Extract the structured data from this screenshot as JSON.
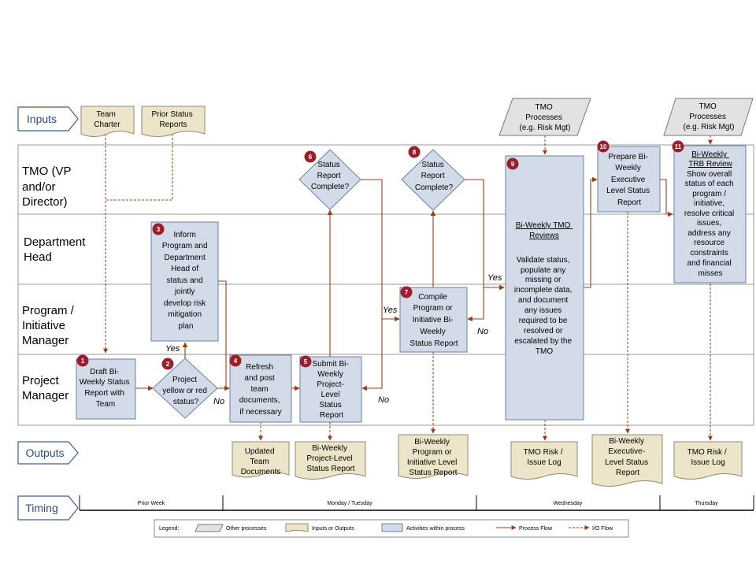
{
  "colors": {
    "flow": "#9b3c17",
    "activity_fill": "#d3dbe9",
    "activity_stroke": "#6d7fa6",
    "io_fill": "#ede5c9",
    "io_stroke": "#8f8a74",
    "other_fill": "#e2e2e2",
    "other_stroke": "#777777",
    "badge": "#9c1d2b",
    "tag_stroke": "#3e5d95"
  },
  "row_tags": {
    "inputs": "Inputs",
    "outputs": "Outputs",
    "timing": "Timing"
  },
  "lanes": [
    {
      "id": "tmo",
      "lines": [
        "TMO (VP",
        "and/or",
        "Director)"
      ]
    },
    {
      "id": "dept",
      "lines": [
        "Department",
        "Head"
      ]
    },
    {
      "id": "pim",
      "lines": [
        "Program /",
        "Initiative",
        "Manager"
      ]
    },
    {
      "id": "pm",
      "lines": [
        "Project",
        "Manager"
      ]
    }
  ],
  "inputs": {
    "team_charter": [
      "Team",
      "Charter"
    ],
    "prior_status": [
      "Prior Status",
      "Reports"
    ],
    "tmo_processes_1": [
      "TMO",
      "Processes",
      "(e.g. Risk Mgt)"
    ],
    "tmo_processes_2": [
      "TMO",
      "Processes",
      "(e.g. Risk Mgt)"
    ]
  },
  "steps": {
    "s1": {
      "num": "1",
      "lines": [
        "Draft Bi-",
        "Weekly Status",
        "Report with",
        "Team"
      ]
    },
    "s2": {
      "num": "2",
      "lines": [
        "Project",
        "yellow or red",
        "status?"
      ]
    },
    "s3": {
      "num": "3",
      "lines": [
        "Inform",
        "Program and",
        "Department",
        "Head of",
        "status and",
        "jointly",
        "develop risk",
        "mitigation",
        "plan"
      ]
    },
    "s4": {
      "num": "4",
      "lines": [
        "Refresh",
        "and post",
        "team",
        "documents,",
        "if necessary"
      ]
    },
    "s5": {
      "num": "5",
      "lines": [
        "Submit Bi-",
        "Weekly",
        "Project-",
        "Level",
        "Status",
        "Report"
      ]
    },
    "s6": {
      "num": "6",
      "lines": [
        "Status",
        "Report",
        "Complete?"
      ]
    },
    "s7": {
      "num": "7",
      "lines": [
        "Compile",
        "Program or",
        "Initiative Bi-",
        "Weekly",
        "Status Report"
      ]
    },
    "s8": {
      "num": "8",
      "lines": [
        "Status",
        "Report",
        "Complete?"
      ]
    },
    "s9": {
      "num": "9",
      "title": [
        "Bi-Weekly TMO",
        "Reviews"
      ],
      "lines": [
        "Validate status,",
        "populate any",
        "missing or",
        "incomplete data,",
        "and document",
        "any issues",
        "required to be",
        "resolved or",
        "escalated by the",
        "TMO"
      ]
    },
    "s10": {
      "num": "10",
      "lines": [
        "Prepare Bi-",
        "Weekly",
        "Executive",
        "Level Status",
        "Report"
      ]
    },
    "s11": {
      "num": "11",
      "title": [
        "Bi-Weekly",
        "TRB Review"
      ],
      "lines": [
        "Show overall",
        "status of each",
        "program /",
        "initiative,",
        "resolve critical",
        "issues,",
        "address any",
        "resource",
        "constraints",
        "and financial",
        "misses"
      ]
    }
  },
  "outputs": {
    "o1": [
      "Updated",
      "Team",
      "Documents"
    ],
    "o2": [
      "Bi-Weekly",
      "Project-Level",
      "Status Report"
    ],
    "o3": [
      "Bi-Weekly",
      "Program or",
      "Initiative Level",
      "Status Report"
    ],
    "o4": [
      "TMO  Risk /",
      "Issue Log"
    ],
    "o5": [
      "Bi-Weekly",
      "Executive-",
      "Level Status",
      "Report"
    ],
    "o6": [
      "TMO  Risk /",
      "Issue Log"
    ]
  },
  "decision_labels": {
    "yes_2": "Yes",
    "no_2": "No",
    "no_6": "No",
    "yes_8": "Yes",
    "no_8": "No",
    "yes_7": "Yes"
  },
  "timing": [
    "Prior Week",
    "Monday  / Tuesday",
    "Wednesday",
    "Thursday"
  ],
  "legend": {
    "title": "Legend:",
    "items": [
      "Other processes",
      "Inputs or Outputs",
      "Activities within process",
      "Process Flow",
      "I/O Flow"
    ]
  }
}
